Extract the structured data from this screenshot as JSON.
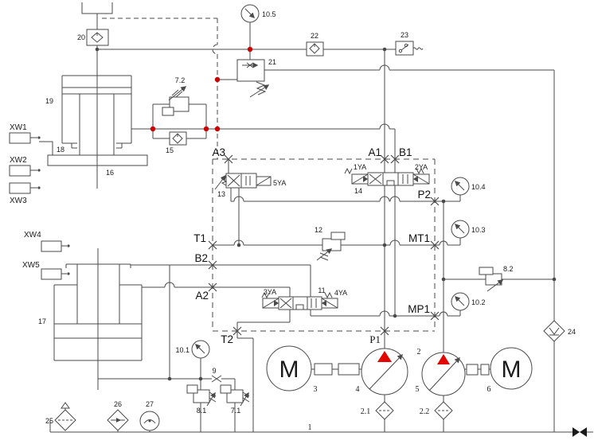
{
  "colors": {
    "line": "#4a4a4a",
    "junction_red": "#cc0000",
    "pump_triangle_red": "#e10600",
    "text": "#1a1a1a",
    "background": "#ffffff"
  },
  "labels": {
    "components": {
      "c1": "1",
      "c2": "2",
      "c2_1": "2.1",
      "c2_2": "2.2",
      "c3": "3",
      "c4": "4",
      "c5": "5",
      "c6": "6",
      "c7_1": "7.1",
      "c7_2": "7.2",
      "c8_1": "8.1",
      "c8_2": "8.2",
      "c9": "9",
      "c10_1": "10.1",
      "c10_2": "10.2",
      "c10_3": "10.3",
      "c10_4": "10.4",
      "c10_5": "10.5",
      "c11": "11",
      "c12": "12",
      "c13": "13",
      "c14": "14",
      "c15": "15",
      "c16": "16",
      "c17": "17",
      "c18": "18",
      "c19": "19",
      "c20": "20",
      "c21": "21",
      "c22": "22",
      "c23": "23",
      "c24": "24",
      "c25": "25",
      "c26": "26",
      "c27": "27"
    },
    "ports": {
      "a1": "A1",
      "a2": "A2",
      "a3": "A3",
      "b1": "B1",
      "b2": "B2",
      "p1": "P1",
      "p2": "P2",
      "t1": "T1",
      "t2": "T2",
      "mt1": "MT1",
      "mp1": "MP1"
    },
    "solenoids": {
      "ya1": "1YA",
      "ya2": "2YA",
      "ya3": "3YA",
      "ya4": "4YA",
      "ya5": "5YA"
    },
    "switches": {
      "xw1": "XW1",
      "xw2": "XW2",
      "xw3": "XW3",
      "xw4": "XW4",
      "xw5": "XW5"
    },
    "motors": {
      "m3": "M",
      "m6": "M"
    }
  }
}
